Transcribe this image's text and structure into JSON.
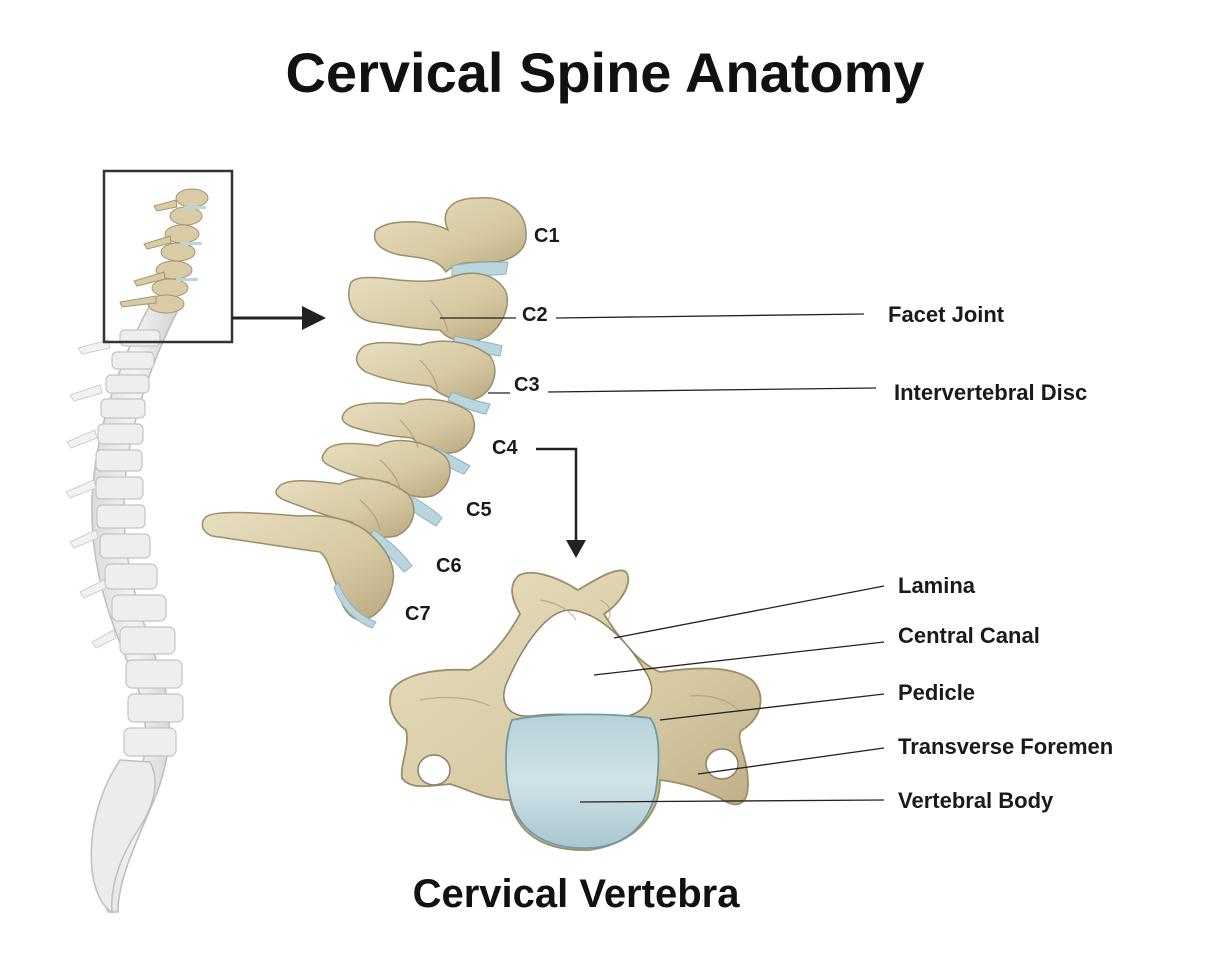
{
  "title": "Cervical Spine Anatomy",
  "subtitle": "Cervical Vertebra",
  "vertebra_labels": [
    "C1",
    "C2",
    "C3",
    "C4",
    "C5",
    "C6",
    "C7"
  ],
  "callouts": {
    "facet_joint": "Facet Joint",
    "intervertebral_disc": "Intervertebral Disc"
  },
  "parts": {
    "lamina": "Lamina",
    "central_canal": "Central Canal",
    "pedicle": "Pedicle",
    "transverse_foramen": "Transverse Foremen",
    "vertebral_body": "Vertebral Body"
  },
  "colors": {
    "bone": "#d9ceaa",
    "bone_shadow": "#b5a67f",
    "disc": "#b9d6de",
    "body": "#c5dde3",
    "spine_ghost": "#e6e6e6",
    "ink": "#1a1a1a"
  }
}
